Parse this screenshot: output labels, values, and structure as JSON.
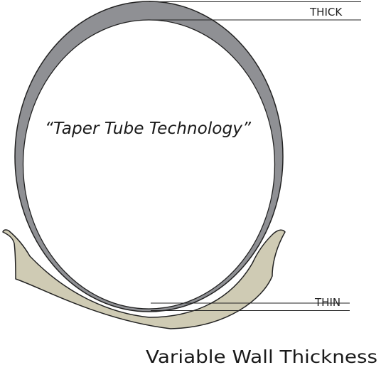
{
  "labels": {
    "thick": "THICK",
    "thin": "THIN",
    "center": "“Taper Tube Technology”",
    "caption": "Variable Wall Thickness"
  },
  "colors": {
    "tube_wall": "#8f9094",
    "tube_outline": "#222222",
    "rim": "#cfcbb4",
    "rim_outline": "#222222",
    "leader_line": "#222222"
  }
}
